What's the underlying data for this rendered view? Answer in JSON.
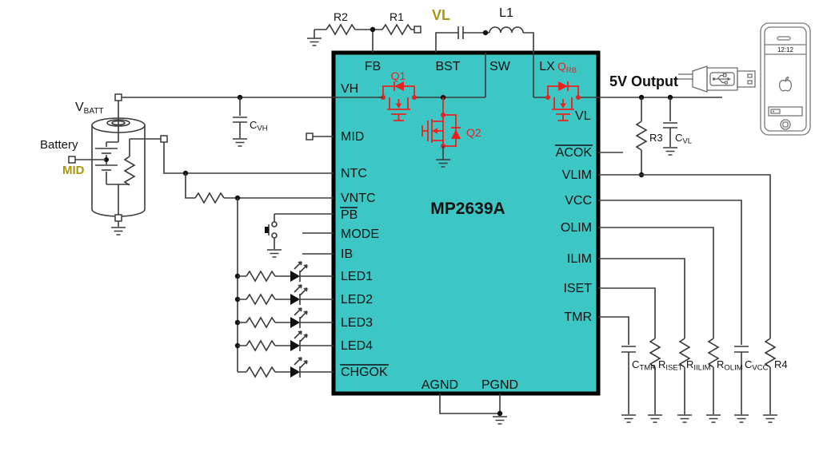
{
  "ic": {
    "part_number": "MP2639A",
    "top_pins": [
      "FB",
      "BST",
      "SW",
      "LX"
    ],
    "left_pins": [
      "VH",
      "MID",
      "NTC",
      "VNTC",
      "PB",
      "MODE",
      "IB",
      "LED1",
      "LED2",
      "LED3",
      "LED4",
      "CHGOK"
    ],
    "right_pins": [
      "ACOK",
      "VLIM",
      "VCC",
      "OLIM",
      "ILIM",
      "ISET",
      "TMR"
    ],
    "bottom_pins": [
      "AGND",
      "PGND"
    ],
    "vl_pin": "VL",
    "q1": "Q1",
    "q2": "Q2",
    "qrb": {
      "main": "Q",
      "sub": "RB"
    }
  },
  "components": {
    "r1": "R1",
    "r2": "R2",
    "l1": "L1",
    "r3": "R3",
    "r4": "R4",
    "cvh": {
      "main": "C",
      "sub": "VH"
    },
    "cvl": {
      "main": "C",
      "sub": "VL"
    },
    "ctmr": {
      "main": "C",
      "sub": "TMR"
    },
    "riset": {
      "main": "R",
      "sub": "ISET"
    },
    "riilim": {
      "main": "R",
      "sub": "IILIM"
    },
    "rolim": {
      "main": "R",
      "sub": "OLIM"
    },
    "cvcc": {
      "main": "C",
      "sub": "VCC"
    }
  },
  "nets": {
    "vl": "VL",
    "vbatt": {
      "main": "V",
      "sub": "BATT"
    },
    "mid": "MID",
    "output": "5V Output",
    "battery": "Battery"
  },
  "phone": {
    "clock": "12:12"
  },
  "colors": {
    "ic_fill": "#3dc7c4",
    "highlight_red": "#e8231f",
    "net_label_olive": "#a89510",
    "wire": "#3a3a3a"
  }
}
